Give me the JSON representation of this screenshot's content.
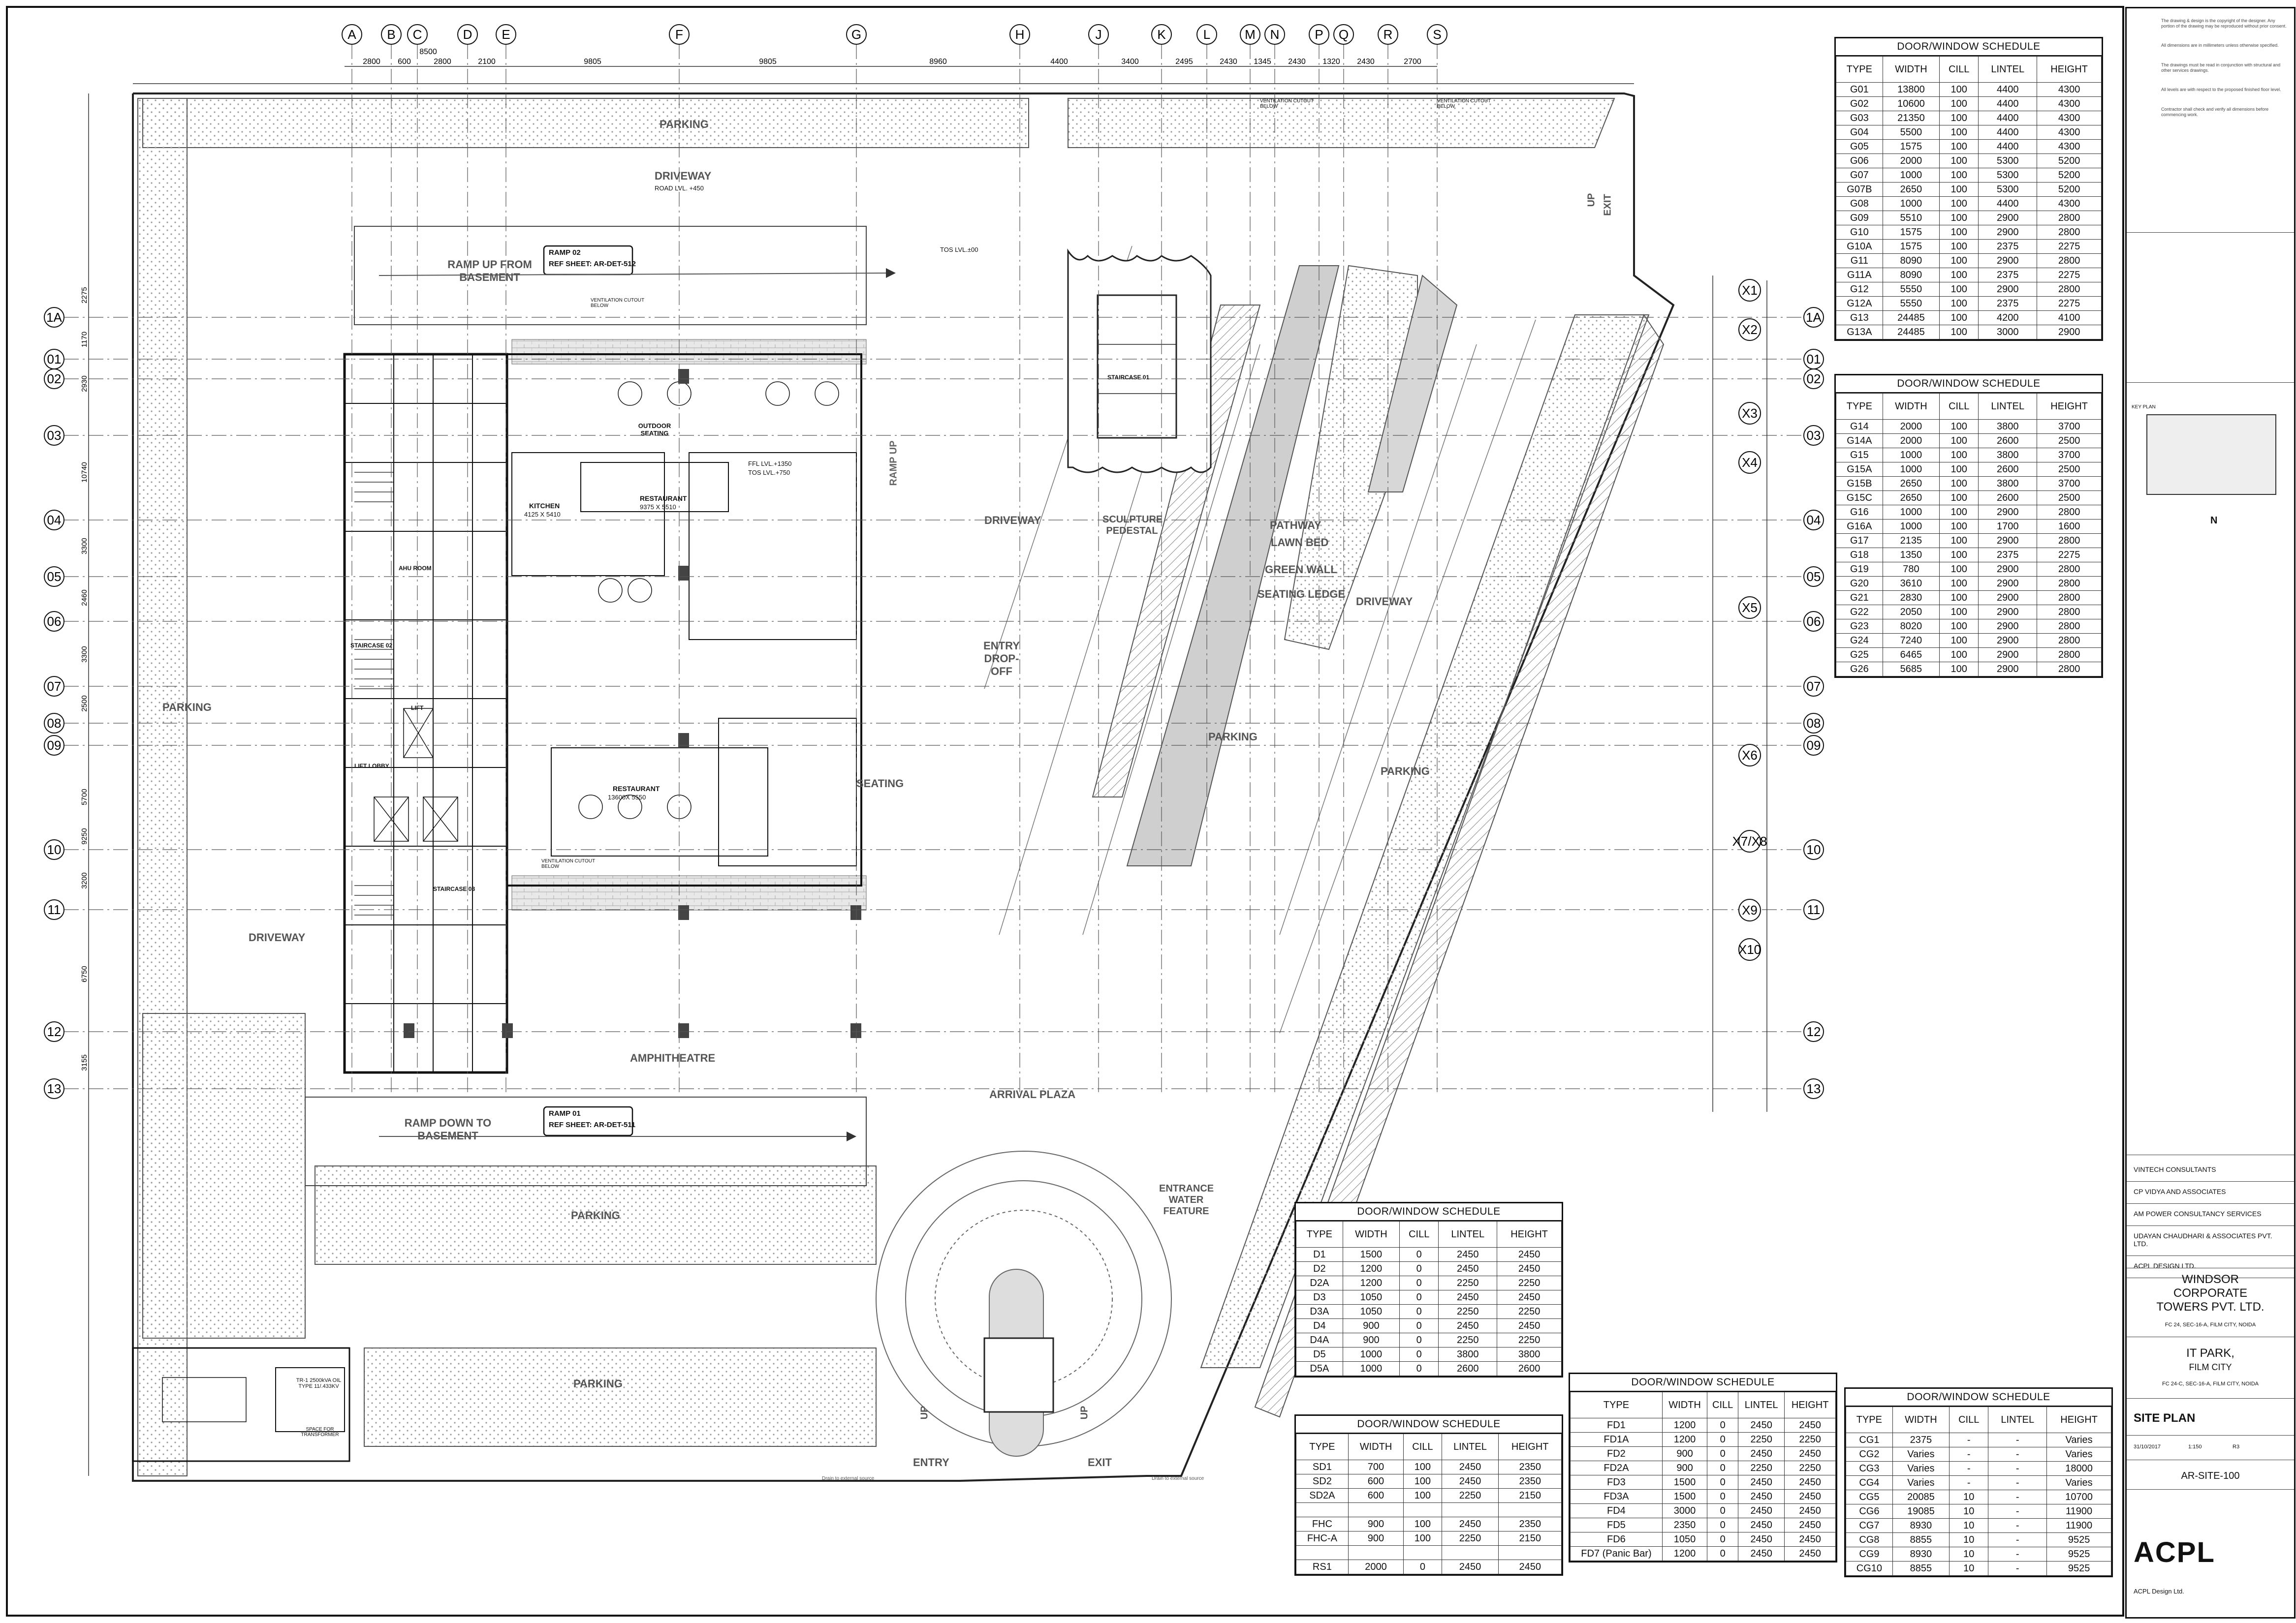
{
  "drawing": {
    "grid_cols": [
      "A",
      "B",
      "C",
      "D",
      "E",
      "F",
      "G",
      "H",
      "J",
      "K",
      "L",
      "M",
      "N",
      "P",
      "Q",
      "R",
      "S"
    ],
    "grid_dims_top": [
      "2800",
      "600",
      "2800",
      "2100",
      "9805",
      "9805",
      "8960",
      "4400",
      "3400",
      "2495",
      "2430",
      "1345",
      "2430",
      "1320",
      "2430",
      "2700"
    ],
    "grid_total_top": "8500",
    "grid_rows": [
      "1A",
      "01",
      "02",
      "03",
      "04",
      "05",
      "06",
      "07",
      "08",
      "09",
      "10",
      "11",
      "12",
      "13"
    ],
    "grid_rows_x": [
      "X1",
      "X2",
      "X3",
      "X4",
      "X5",
      "X6",
      "X7/X8",
      "X9",
      "X10"
    ],
    "grid_dims_left": [
      "2275",
      "1170",
      "2930",
      "10740",
      "3300",
      "2460",
      "3300",
      "2500",
      "5700",
      "9250",
      "3200",
      "6750",
      "3155"
    ],
    "labels": {
      "parking_top": "PARKING",
      "driveway_top": "DRIVEWAY",
      "road_lvl_450": "ROAD LVL. +450",
      "ramp_up_basement": "RAMP UP FROM BASEMENT",
      "ramp02": "RAMP 02",
      "ramp02_ref": "REF SHEET: AR-DET-512",
      "ramp01": "RAMP 01",
      "ramp01_ref": "REF SHEET: AR-DET-511",
      "ramp_down_basement": "RAMP DOWN TO BASEMENT",
      "parking_left": "PARKING",
      "parking_bottom_left": "PARKING",
      "parking_bottom": "PARKING",
      "parking_mid": "PARKING",
      "parking_right": "PARKING",
      "outdoor_seating": "OUTDOOR SEATING",
      "kitchen": "KITCHEN",
      "kitchen_size": "4125 X 5410",
      "restaurant_a": "RESTAURANT",
      "restaurant_a_size": "9375 X 5510",
      "restaurant_b": "RESTAURANT",
      "restaurant_b_size": "13600X 5550",
      "ramp_up": "RAMP UP",
      "driveway_mid": "DRIVEWAY",
      "driveway_right": "DRIVEWAY",
      "sculpture": "SCULPTURE PEDESTAL",
      "pathway": "PATHWAY",
      "lawn_bed": "LAWN BED",
      "green_wall": "GREEN WALL",
      "seating_ledge": "SEATING LEDGE",
      "entry_drop_off": "ENTRY DROP-OFF",
      "seating": "SEATING",
      "amphitheatre": "AMPHITHEATRE",
      "arrival_plaza": "ARRIVAL PLAZA",
      "entrance_water": "ENTRANCE WATER FEATURE",
      "entry": "ENTRY",
      "exit": "EXIT",
      "exit_top": "EXIT",
      "up": "UP",
      "staircase01": "STAIRCASE 01",
      "staircase02": "STAIRCASE 02",
      "staircase03": "STAIRCASE 03",
      "ahu_room": "AHU ROOM",
      "lift_lobby": "LIFT LOBBY",
      "lift": "LIFT",
      "ventilation": "VENTILATION CUTOUT BELOW",
      "ffl_1350": "FFL LVL.+1350",
      "tos_750": "TOS LVL.+750",
      "tos_000": "TOS LVL.±00",
      "driveway_left": "DRIVEWAY",
      "transformer": "TR-1 2500kVA OIL TYPE 11/.433KV",
      "space_transformer": "SPACE FOR TRANSFORMER",
      "drain": "Drain to external source"
    }
  },
  "schedule_g": {
    "title": "DOOR/WINDOW SCHEDULE",
    "headers": [
      "TYPE",
      "WIDTH",
      "CILL",
      "LINTEL",
      "HEIGHT"
    ],
    "rows": [
      [
        "G01",
        "13800",
        "100",
        "4400",
        "4300"
      ],
      [
        "G02",
        "10600",
        "100",
        "4400",
        "4300"
      ],
      [
        "G03",
        "21350",
        "100",
        "4400",
        "4300"
      ],
      [
        "G04",
        "5500",
        "100",
        "4400",
        "4300"
      ],
      [
        "G05",
        "1575",
        "100",
        "4400",
        "4300"
      ],
      [
        "G06",
        "2000",
        "100",
        "5300",
        "5200"
      ],
      [
        "G07",
        "1000",
        "100",
        "5300",
        "5200"
      ],
      [
        "G07B",
        "2650",
        "100",
        "5300",
        "5200"
      ],
      [
        "G08",
        "1000",
        "100",
        "4400",
        "4300"
      ],
      [
        "G09",
        "5510",
        "100",
        "2900",
        "2800"
      ],
      [
        "G10",
        "1575",
        "100",
        "2900",
        "2800"
      ],
      [
        "G10A",
        "1575",
        "100",
        "2375",
        "2275"
      ],
      [
        "G11",
        "8090",
        "100",
        "2900",
        "2800"
      ],
      [
        "G11A",
        "8090",
        "100",
        "2375",
        "2275"
      ],
      [
        "G12",
        "5550",
        "100",
        "2900",
        "2800"
      ],
      [
        "G12A",
        "5550",
        "100",
        "2375",
        "2275"
      ],
      [
        "G13",
        "24485",
        "100",
        "4200",
        "4100"
      ],
      [
        "G13A",
        "24485",
        "100",
        "3000",
        "2900"
      ]
    ]
  },
  "schedule_g2": {
    "title": "DOOR/WINDOW SCHEDULE",
    "headers": [
      "TYPE",
      "WIDTH",
      "CILL",
      "LINTEL",
      "HEIGHT"
    ],
    "rows": [
      [
        "G14",
        "2000",
        "100",
        "3800",
        "3700"
      ],
      [
        "G14A",
        "2000",
        "100",
        "2600",
        "2500"
      ],
      [
        "G15",
        "1000",
        "100",
        "3800",
        "3700"
      ],
      [
        "G15A",
        "1000",
        "100",
        "2600",
        "2500"
      ],
      [
        "G15B",
        "2650",
        "100",
        "3800",
        "3700"
      ],
      [
        "G15C",
        "2650",
        "100",
        "2600",
        "2500"
      ],
      [
        "G16",
        "1000",
        "100",
        "2900",
        "2800"
      ],
      [
        "G16A",
        "1000",
        "100",
        "1700",
        "1600"
      ],
      [
        "G17",
        "2135",
        "100",
        "2900",
        "2800"
      ],
      [
        "G18",
        "1350",
        "100",
        "2375",
        "2275"
      ],
      [
        "G19",
        "780",
        "100",
        "2900",
        "2800"
      ],
      [
        "G20",
        "3610",
        "100",
        "2900",
        "2800"
      ],
      [
        "G21",
        "2830",
        "100",
        "2900",
        "2800"
      ],
      [
        "G22",
        "2050",
        "100",
        "2900",
        "2800"
      ],
      [
        "G23",
        "8020",
        "100",
        "2900",
        "2800"
      ],
      [
        "G24",
        "7240",
        "100",
        "2900",
        "2800"
      ],
      [
        "G25",
        "6465",
        "100",
        "2900",
        "2800"
      ],
      [
        "G26",
        "5685",
        "100",
        "2900",
        "2800"
      ]
    ]
  },
  "schedule_d": {
    "title": "DOOR/WINDOW SCHEDULE",
    "headers": [
      "TYPE",
      "WIDTH",
      "CILL",
      "LINTEL",
      "HEIGHT"
    ],
    "rows": [
      [
        "D1",
        "1500",
        "0",
        "2450",
        "2450"
      ],
      [
        "D2",
        "1200",
        "0",
        "2450",
        "2450"
      ],
      [
        "D2A",
        "1200",
        "0",
        "2250",
        "2250"
      ],
      [
        "D3",
        "1050",
        "0",
        "2450",
        "2450"
      ],
      [
        "D3A",
        "1050",
        "0",
        "2250",
        "2250"
      ],
      [
        "D4",
        "900",
        "0",
        "2450",
        "2450"
      ],
      [
        "D4A",
        "900",
        "0",
        "2250",
        "2250"
      ],
      [
        "D5",
        "1000",
        "0",
        "3800",
        "3800"
      ],
      [
        "D5A",
        "1000",
        "0",
        "2600",
        "2600"
      ]
    ]
  },
  "schedule_sd": {
    "title": "DOOR/WINDOW SCHEDULE",
    "headers": [
      "TYPE",
      "WIDTH",
      "CILL",
      "LINTEL",
      "HEIGHT"
    ],
    "rows": [
      [
        "SD1",
        "700",
        "100",
        "2450",
        "2350"
      ],
      [
        "SD2",
        "600",
        "100",
        "2450",
        "2350"
      ],
      [
        "SD2A",
        "600",
        "100",
        "2250",
        "2150"
      ],
      [
        "",
        "",
        "",
        "",
        ""
      ],
      [
        "FHC",
        "900",
        "100",
        "2450",
        "2350"
      ],
      [
        "FHC-A",
        "900",
        "100",
        "2250",
        "2150"
      ],
      [
        "",
        "",
        "",
        "",
        ""
      ],
      [
        "RS1",
        "2000",
        "0",
        "2450",
        "2450"
      ]
    ]
  },
  "schedule_fd": {
    "title": "DOOR/WINDOW SCHEDULE",
    "headers": [
      "TYPE",
      "WIDTH",
      "CILL",
      "LINTEL",
      "HEIGHT"
    ],
    "rows": [
      [
        "FD1",
        "1200",
        "0",
        "2450",
        "2450"
      ],
      [
        "FD1A",
        "1200",
        "0",
        "2250",
        "2250"
      ],
      [
        "FD2",
        "900",
        "0",
        "2450",
        "2450"
      ],
      [
        "FD2A",
        "900",
        "0",
        "2250",
        "2250"
      ],
      [
        "FD3",
        "1500",
        "0",
        "2450",
        "2450"
      ],
      [
        "FD3A",
        "1500",
        "0",
        "2450",
        "2450"
      ],
      [
        "FD4",
        "3000",
        "0",
        "2450",
        "2450"
      ],
      [
        "FD5",
        "2350",
        "0",
        "2450",
        "2450"
      ],
      [
        "FD6",
        "1050",
        "0",
        "2450",
        "2450"
      ],
      [
        "FD7 (Panic Bar)",
        "1200",
        "0",
        "2450",
        "2450"
      ]
    ]
  },
  "schedule_cg": {
    "title": "DOOR/WINDOW SCHEDULE",
    "headers": [
      "TYPE",
      "WIDTH",
      "CILL",
      "LINTEL",
      "HEIGHT"
    ],
    "rows": [
      [
        "CG1",
        "2375",
        "-",
        "-",
        "Varies"
      ],
      [
        "CG2",
        "Varies",
        "-",
        "-",
        "Varies"
      ],
      [
        "CG3",
        "Varies",
        "-",
        "-",
        "18000"
      ],
      [
        "CG4",
        "Varies",
        "-",
        "-",
        "Varies"
      ],
      [
        "CG5",
        "20085",
        "10",
        "-",
        "10700"
      ],
      [
        "CG6",
        "19085",
        "10",
        "-",
        "11900"
      ],
      [
        "CG7",
        "8930",
        "10",
        "-",
        "11900"
      ],
      [
        "CG8",
        "8855",
        "10",
        "-",
        "9525"
      ],
      [
        "CG9",
        "8930",
        "10",
        "-",
        "9525"
      ],
      [
        "CG10",
        "8855",
        "10",
        "-",
        "9525"
      ]
    ]
  },
  "title_block": {
    "consultants": [
      "VINTECH CONSULTANTS",
      "CP VIDYA AND ASSOCIATES",
      "AM POWER CONSULTANCY SERVICES",
      "UDAYAN CHAUDHARI & ASSOCIATES PVT. LTD.",
      "ACPL DESIGN LTD."
    ],
    "client_line1": "WINDSOR",
    "client_line2": "CORPORATE",
    "client_line3": "TOWERS PVT. LTD.",
    "client_addr": "FC 24, SEC-16-A, FILM CITY, NOIDA",
    "project_line1": "IT PARK,",
    "project_line2": "FILM CITY",
    "project_addr": "FC 24-C, SEC-16-A, FILM CITY, NOIDA",
    "drawing_title": "SITE PLAN",
    "date": "31/10/2017",
    "scale": "1:150",
    "revision": "R3",
    "drawing_no": "AR-SITE-100",
    "architect_logo": "ACPL",
    "architect_name": "ACPL Design Ltd.",
    "north": "N",
    "key_plan": "KEY PLAN"
  }
}
